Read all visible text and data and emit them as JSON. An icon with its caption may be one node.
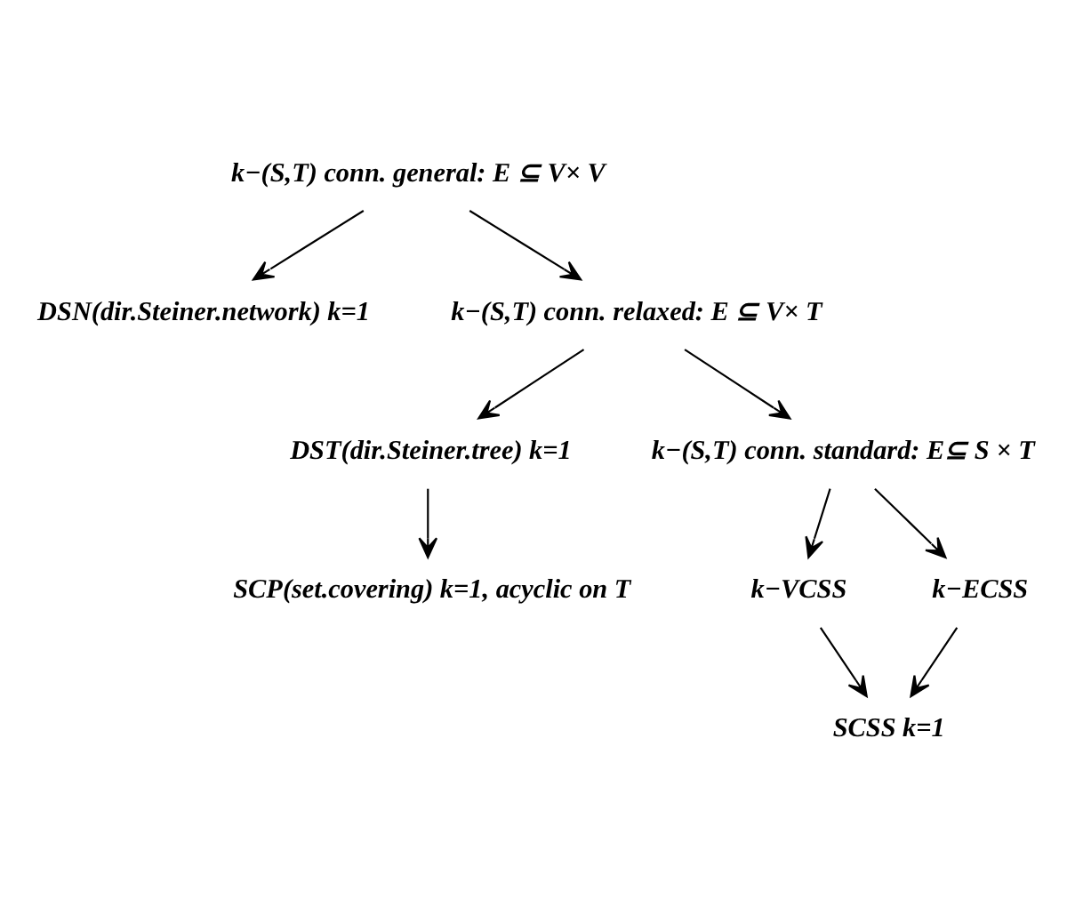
{
  "diagram": {
    "nodes": [
      {
        "text": [
          "k−(S,T) conn. general: E ⊆ V× V"
        ]
      },
      {
        "text": [
          "DSN(dir.Steiner.network) k=1"
        ]
      },
      {
        "text": [
          "k−(S,T) conn. relaxed: E ⊆ V× T"
        ]
      },
      {
        "text": [
          "DST(dir.Steiner.tree) k=1"
        ]
      },
      {
        "text": [
          "SCP(set.covering) k=1, acyclic on T"
        ]
      },
      {
        "text": [
          "k−(S,T) conn. standard: E⊆ S × T"
        ]
      },
      {
        "text": [
          "k−VCSS"
        ]
      },
      {
        "text": [
          "k−ECSS"
        ]
      },
      {
        "text": [
          "SCSS k=1"
        ]
      }
    ],
    "edges": [
      {
        "from": 0,
        "to": 1,
        "arrow": "to"
      },
      {
        "from": 0,
        "to": 2,
        "arrow": "to"
      },
      {
        "from": 2,
        "to": 3,
        "arrow": "to"
      },
      {
        "from": 3,
        "to": 4,
        "arrow": "to"
      },
      {
        "from": 2,
        "to": 5,
        "arrow": "to"
      },
      {
        "from": 5,
        "to": 6,
        "arrow": "to"
      },
      {
        "from": 5,
        "to": 7,
        "arrow": "to"
      },
      {
        "from": 6,
        "to": 8,
        "arrow": "to"
      },
      {
        "from": 7,
        "to": 8,
        "arrow": "to"
      }
    ]
  }
}
